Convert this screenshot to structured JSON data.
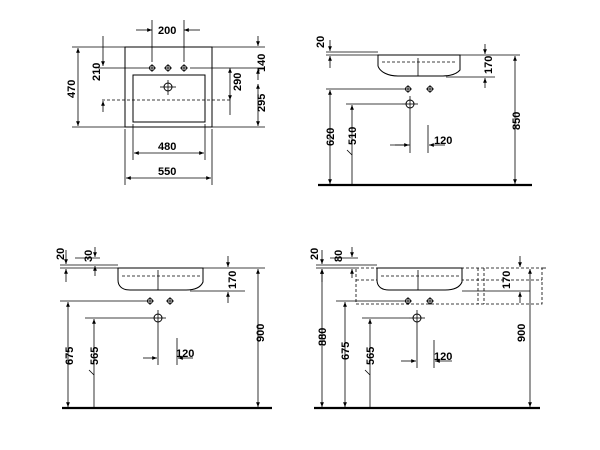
{
  "top_view": {
    "tap_spacing": "200",
    "overall_depth": "470",
    "depth_to_tap": "210",
    "bowl_width": "480",
    "overall_width": "550",
    "tap_to_back": "140",
    "front_depth": "290",
    "front_to_tap": "295"
  },
  "view_wall": {
    "rim_height": "20",
    "basin_depth": "170",
    "trap_height": "620",
    "waste_height": "510",
    "waste_offset": "120",
    "top_height": "850"
  },
  "view_pedestal": {
    "rim_height": "20",
    "rim_offset": "30",
    "basin_depth": "170",
    "trap_height": "675",
    "waste_height": "565",
    "waste_offset": "120",
    "top_height": "900"
  },
  "view_furniture": {
    "rim_height": "20",
    "rim_offset": "80",
    "basin_depth": "170",
    "cabinet_height": "880",
    "trap_height": "675",
    "waste_height": "565",
    "waste_offset": "120",
    "top_height": "900"
  }
}
